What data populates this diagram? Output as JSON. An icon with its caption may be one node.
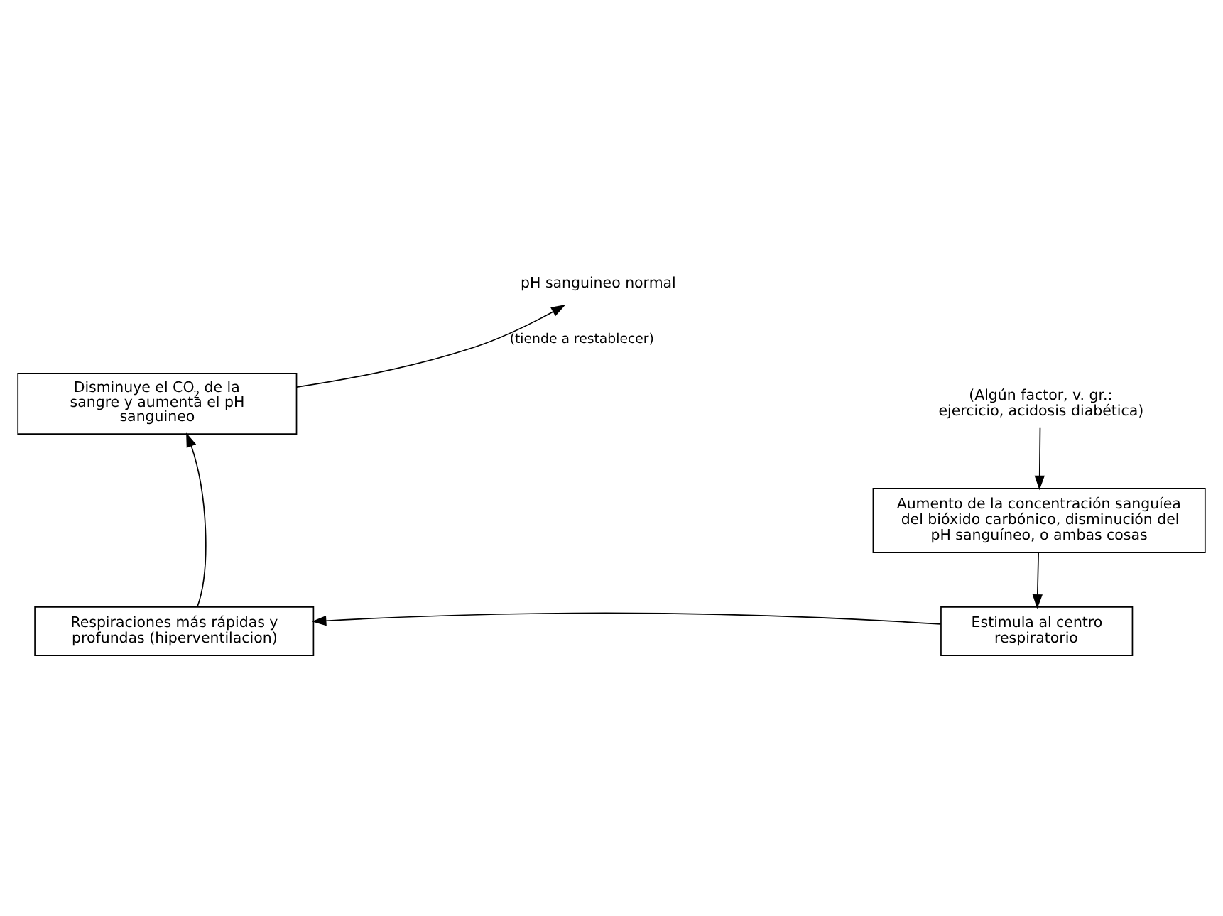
{
  "diagram": {
    "nodes": [
      {
        "text": [
          "pH sanguineo normal"
        ]
      },
      {
        "text": [
          "Disminuye el CO$_{2}$ de la sangre y aumenta el pH sanguineo"
        ]
      },
      {
        "text": [
          "(Algún factor, v. gr.: ejercicio, acidosis diabética)"
        ]
      },
      {
        "text": [
          "Aumento de la concentración sanguíea del bióxido carbónico, disminución del pH sanguíneo, o ambas cosas"
        ]
      },
      {
        "text": [
          "Respiraciones más rápidas y profundas (hiperventilacion)"
        ]
      },
      {
        "text": [
          "Estimula al centro respiratorio"
        ]
      }
    ],
    "edges": [
      {
        "from": 1,
        "to": 0,
        "arrow": "to",
        "label": "(tiende a restablecer)"
      },
      {
        "from": 2,
        "to": 3,
        "arrow": "to"
      },
      {
        "from": 3,
        "to": 5,
        "arrow": "to"
      },
      {
        "from": 5,
        "to": 4,
        "arrow": "to"
      },
      {
        "from": 4,
        "to": 1,
        "arrow": "to"
      }
    ]
  }
}
